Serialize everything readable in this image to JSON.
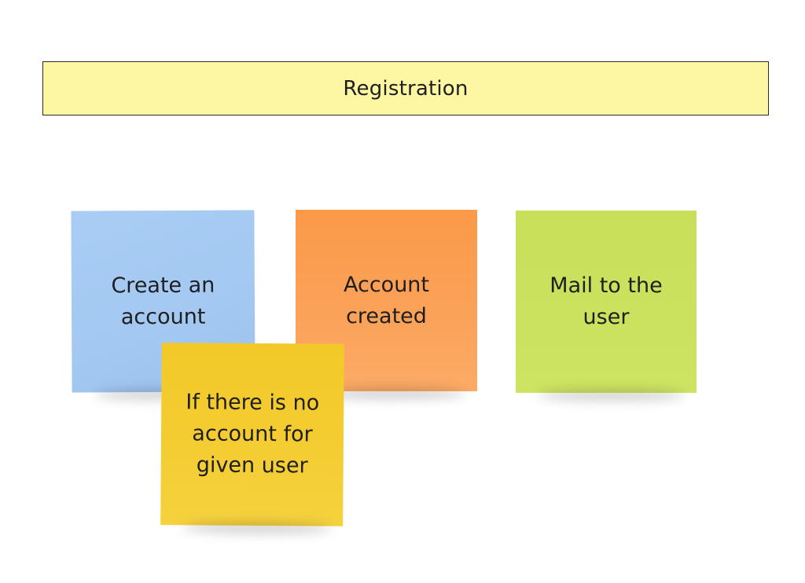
{
  "frame": {
    "title": "Registration"
  },
  "notes": [
    {
      "text": "Create an account",
      "color": "#a6cbf3"
    },
    {
      "text": "Account created",
      "color": "#fb9f52"
    },
    {
      "text": "Mail to the user",
      "color": "#c9e15c"
    },
    {
      "text": "If there is no account for given user",
      "color": "#f4cd33"
    }
  ],
  "colors": {
    "banner_fill": "#fdf7a3",
    "banner_border": "#2b2b2b",
    "background": "#ffffff"
  }
}
